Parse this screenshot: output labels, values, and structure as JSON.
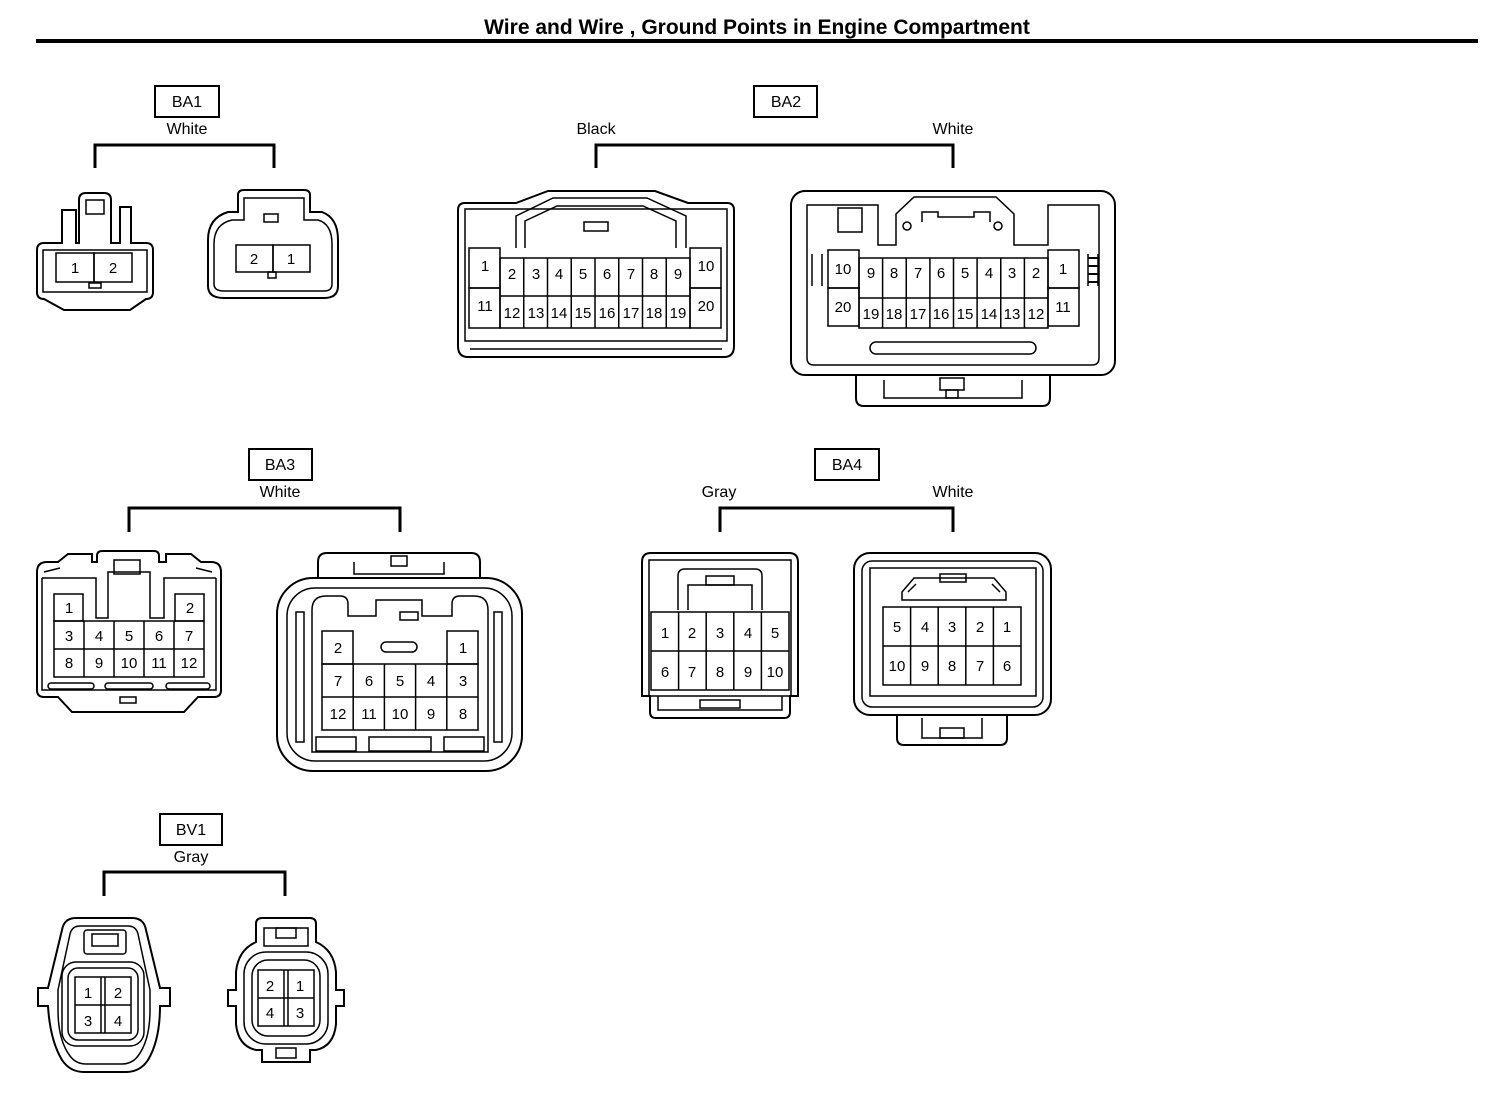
{
  "title": "Wire and Wire , Ground Points in Engine Compartment",
  "connectors": {
    "ba1": {
      "code": "BA1",
      "colors": [
        "White"
      ],
      "left_pins": [
        "1",
        "2"
      ],
      "right_pins": [
        "2",
        "1"
      ]
    },
    "ba2": {
      "code": "BA2",
      "colors": [
        "Black",
        "White"
      ],
      "left_pins": [
        "1",
        "2",
        "3",
        "4",
        "5",
        "6",
        "7",
        "8",
        "9",
        "10",
        "11",
        "12",
        "13",
        "14",
        "15",
        "16",
        "17",
        "18",
        "19",
        "20"
      ],
      "right_pins": [
        "10",
        "9",
        "8",
        "7",
        "6",
        "5",
        "4",
        "3",
        "2",
        "1",
        "20",
        "19",
        "18",
        "17",
        "16",
        "15",
        "14",
        "13",
        "12",
        "11"
      ]
    },
    "ba3": {
      "code": "BA3",
      "colors": [
        "White"
      ],
      "left_pins": [
        "1",
        "2",
        "3",
        "4",
        "5",
        "6",
        "7",
        "8",
        "9",
        "10",
        "11",
        "12"
      ],
      "right_pins": [
        "2",
        "1",
        "7",
        "6",
        "5",
        "4",
        "3",
        "12",
        "11",
        "10",
        "9",
        "8"
      ]
    },
    "ba4": {
      "code": "BA4",
      "colors": [
        "Gray",
        "White"
      ],
      "left_pins": [
        "1",
        "2",
        "3",
        "4",
        "5",
        "6",
        "7",
        "8",
        "9",
        "10"
      ],
      "right_pins": [
        "5",
        "4",
        "3",
        "2",
        "1",
        "10",
        "9",
        "8",
        "7",
        "6"
      ]
    },
    "bv1": {
      "code": "BV1",
      "colors": [
        "Gray"
      ],
      "left_pins": [
        "1",
        "2",
        "3",
        "4"
      ],
      "right_pins": [
        "2",
        "1",
        "4",
        "3"
      ]
    }
  }
}
